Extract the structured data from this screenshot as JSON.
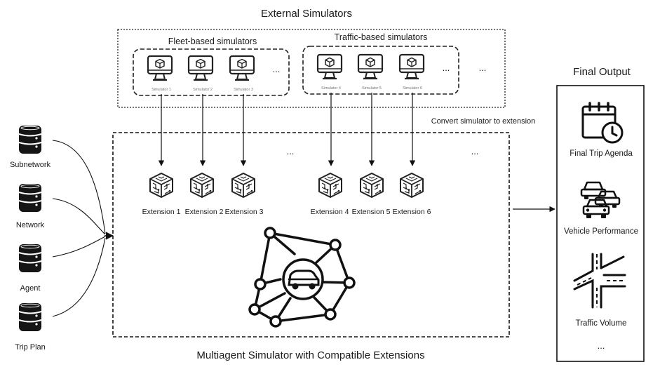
{
  "external": {
    "title": "External Simulators",
    "fleet_title": "Fleet-based simulators",
    "traffic_title": "Traffic-based simulators",
    "simulators": [
      "Simulator 1",
      "Simulator 2",
      "Simulator 3",
      "Simulator 4",
      "Simulator 5",
      "Simulator 6"
    ],
    "ellipsis": "..."
  },
  "convert_label": "Convert simulator to extension",
  "inputs": [
    "Subnetwork",
    "Network",
    "Agent",
    "Trip Plan"
  ],
  "extensions": [
    "Extension 1",
    "Extension 2",
    "Extension 3",
    "Extension 4",
    "Extension 5",
    "Extension 6"
  ],
  "extension_ellipsis": "...",
  "multiagent_label": "Multiagent Simulator with Compatible Extensions",
  "output": {
    "title": "Final Output",
    "items": [
      "Final Trip Agenda",
      "Vehicle Performance",
      "Traffic Volume"
    ],
    "ellipsis": "..."
  },
  "icons": {
    "monitor": "simulator-monitor-icon",
    "extension": "circuit-cube-icon",
    "database": "database-icon",
    "network": "car-network-icon",
    "calendar": "calendar-clock-icon",
    "vehicles": "vehicles-icon",
    "road": "road-intersection-icon"
  }
}
